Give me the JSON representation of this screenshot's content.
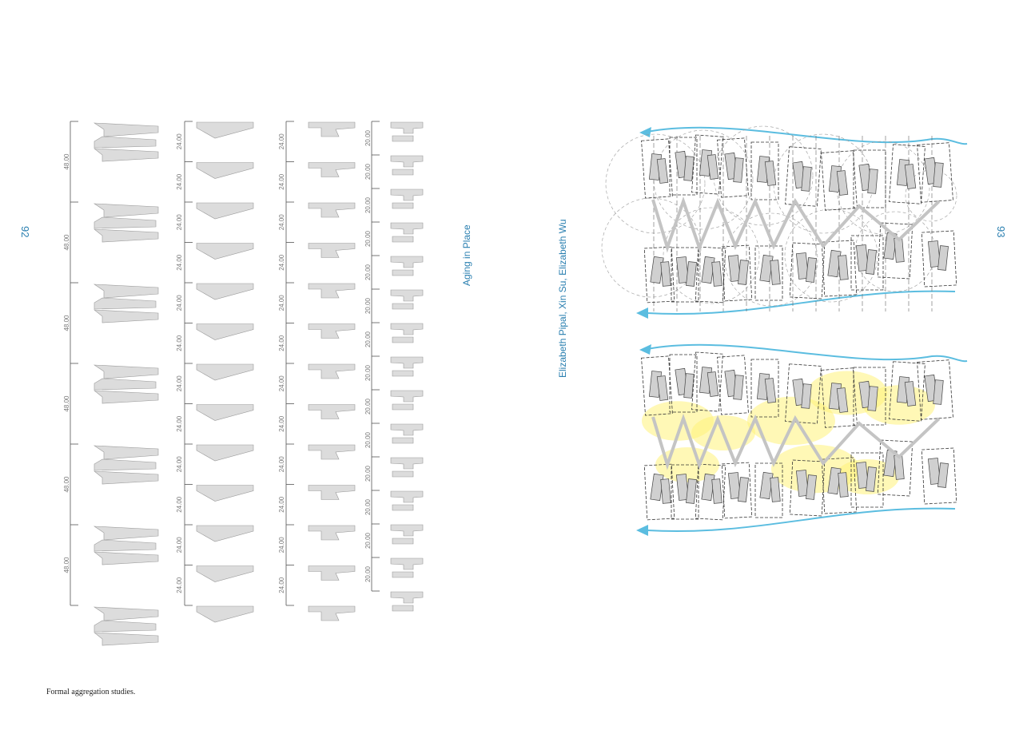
{
  "page_numbers": {
    "left": "92",
    "right": "93"
  },
  "section_title": "Aging in Place",
  "authors": "Elizabeth Pipal, Xin Su, Elizabeth Wu",
  "caption": "Formal aggregation studies.",
  "aggregation_columns": [
    {
      "id": "col-a",
      "dimension_label": "48.00",
      "modules": 6
    },
    {
      "id": "col-b",
      "dimension_label": "24.00",
      "modules": 12
    },
    {
      "id": "col-c",
      "dimension_label": "24.00",
      "modules": 12
    },
    {
      "id": "col-d",
      "dimension_label": "20.00",
      "modules": 14
    }
  ],
  "colors": {
    "accent": "#2a7fb0",
    "arrow": "#5bbde0",
    "module_fill": "#dcdcdc",
    "sunlight": "#fff27a"
  }
}
